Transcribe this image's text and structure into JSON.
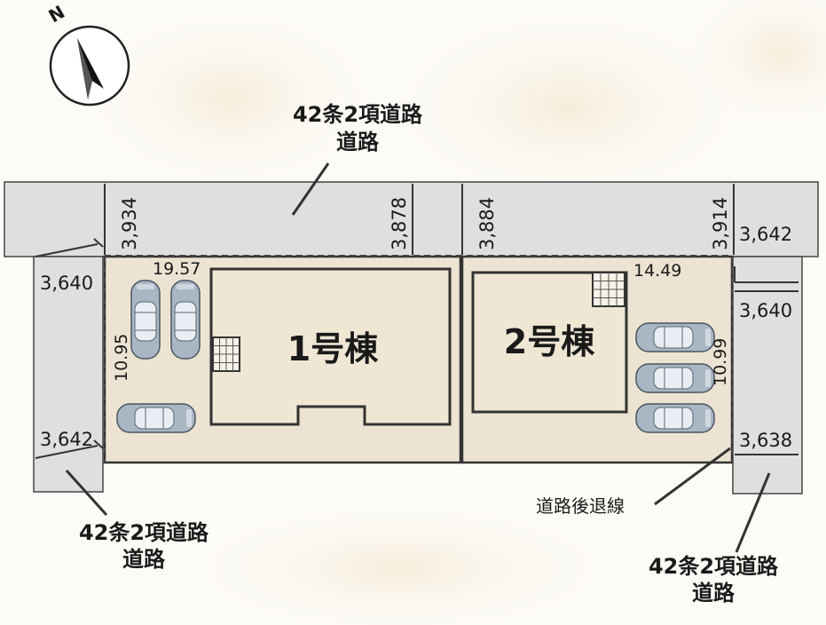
{
  "north": "N",
  "roads": {
    "top": {
      "line1": "42条2項道路",
      "line2": "道路"
    },
    "bottom_left": {
      "line1": "42条2項道路",
      "line2": "道路"
    },
    "bottom_right": {
      "line1": "42条2項道路",
      "line2": "道路"
    }
  },
  "road_widths": {
    "top_1": "3,934",
    "top_2": "3,878",
    "top_3": "3,884",
    "top_4": "3,914",
    "right_top": "3,642",
    "right_mid": "3,640",
    "right_bottom": "3,638",
    "left_top": "3,640",
    "left_bottom": "3,642"
  },
  "lots": {
    "lot1": {
      "name": "1号棟",
      "frontage": "19.57",
      "depth": "10.95"
    },
    "lot2": {
      "name": "2号棟",
      "frontage": "14.49",
      "depth": "10.99"
    }
  },
  "setback_label": "道路後退線",
  "colors": {
    "lot_fill": "#ece3d2",
    "building_fill": "#efe6d4",
    "road_fill": "#dfdfdf",
    "line": "#333333",
    "car_body": "#a9b7c4"
  }
}
